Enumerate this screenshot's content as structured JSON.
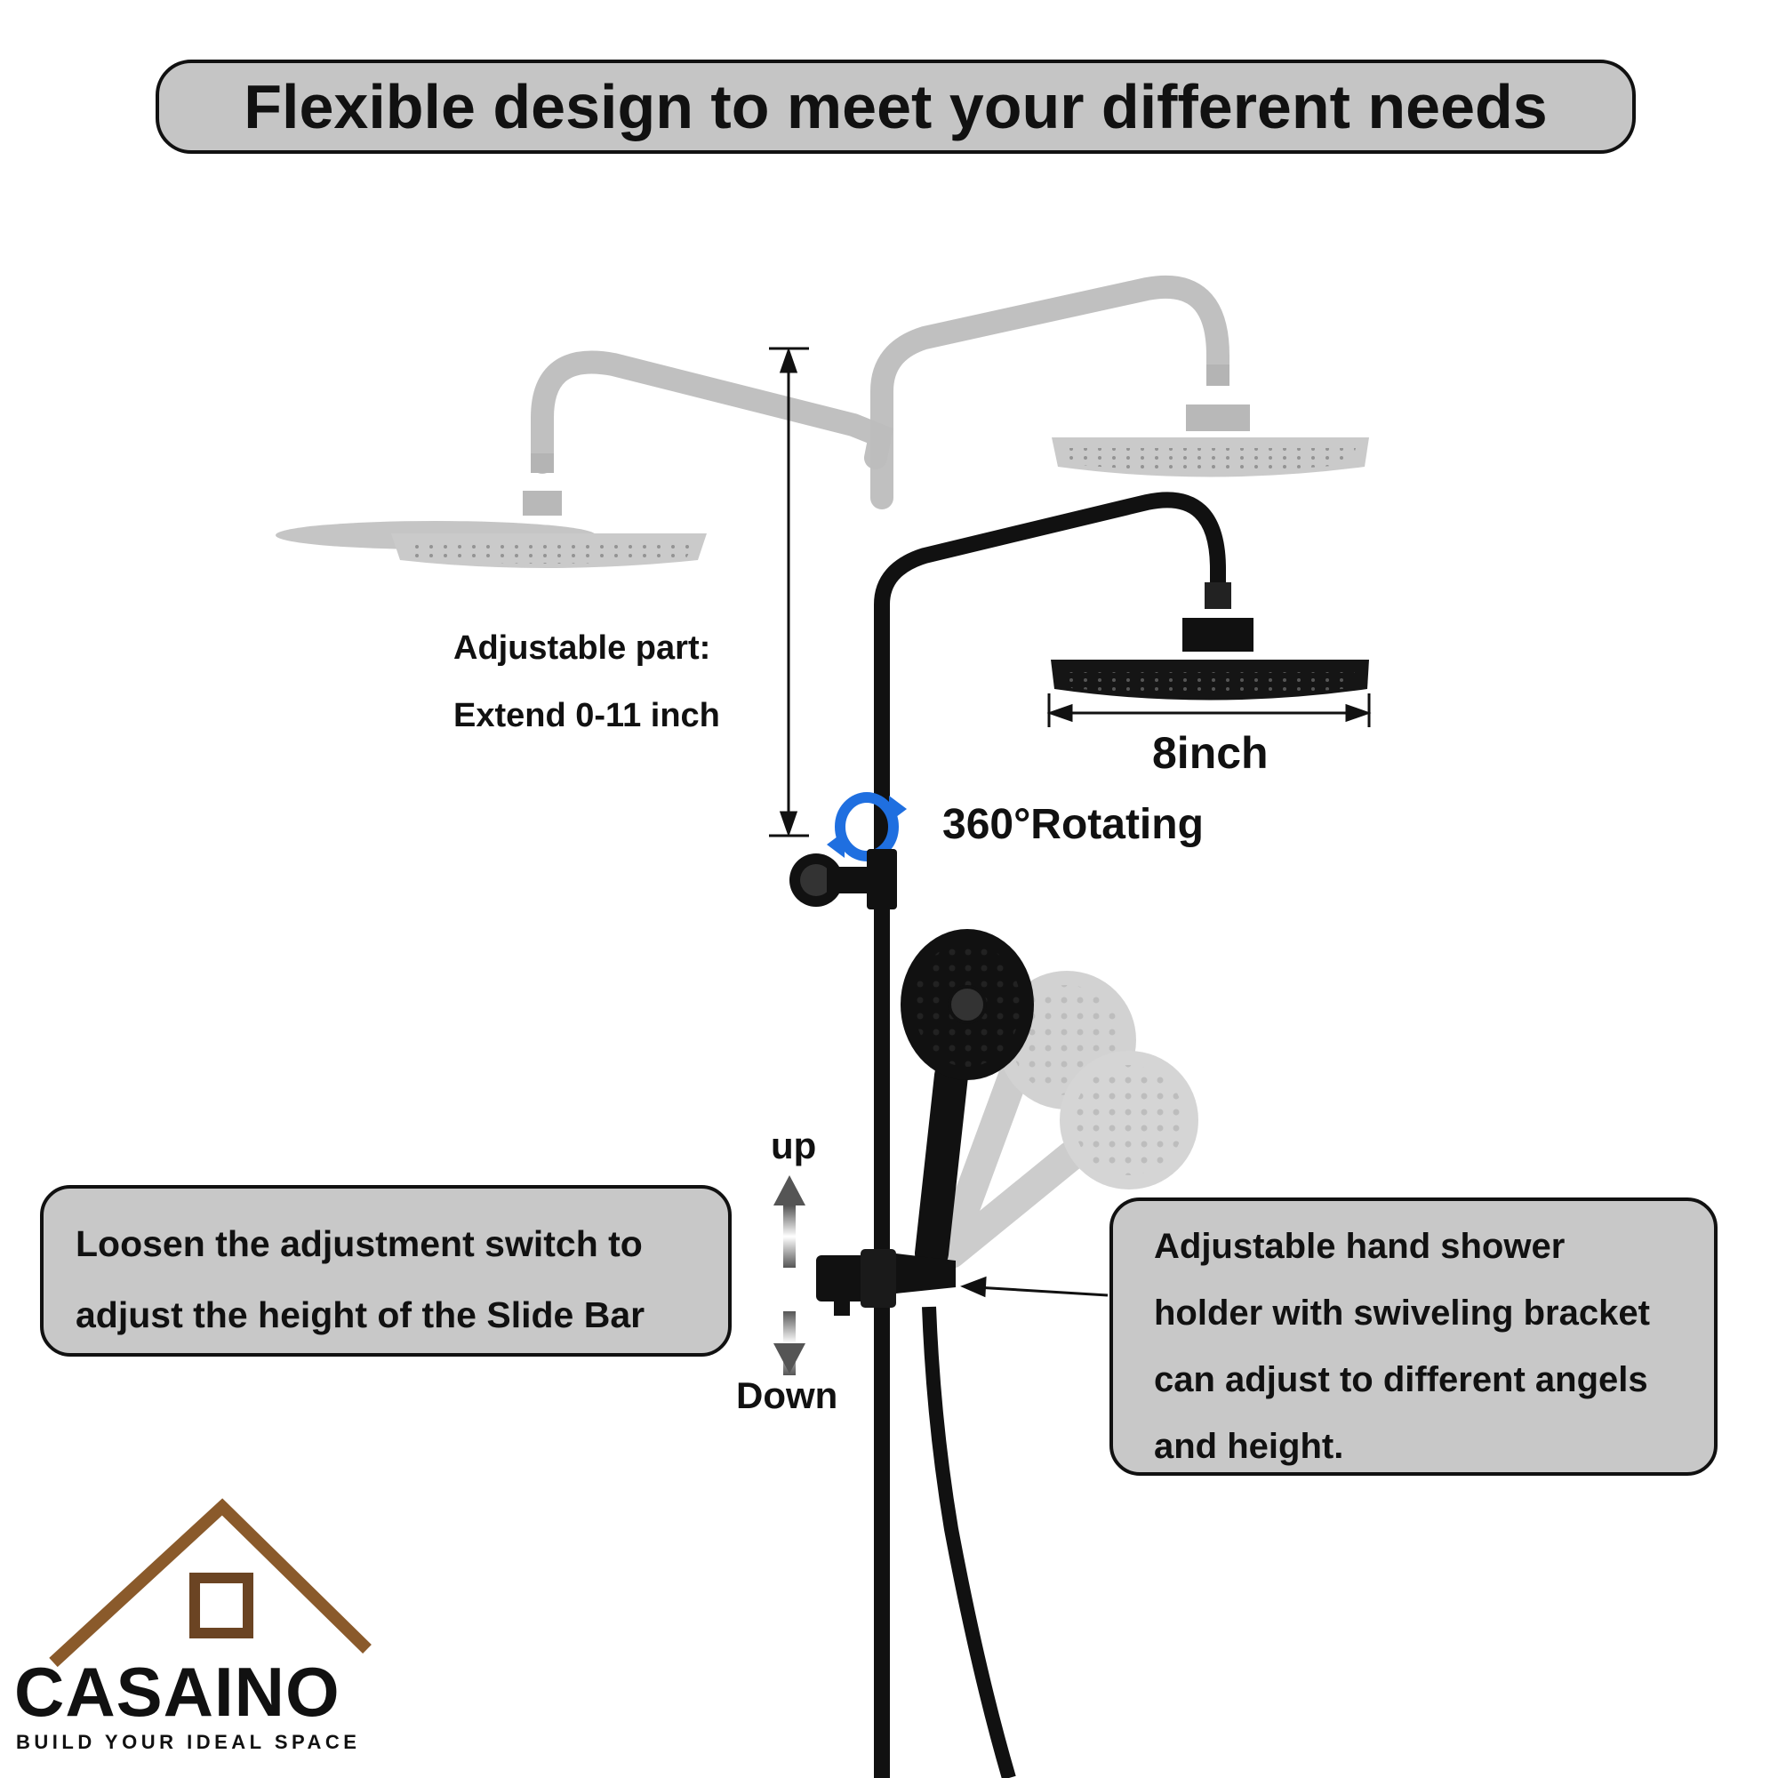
{
  "header": {
    "title": "Flexible design to meet your different needs"
  },
  "labels": {
    "adjustable_part": "Adjustable part:",
    "extend_range": "Extend 0-11 inch",
    "head_size": "8inch",
    "rotating": "360°Rotating",
    "up": "up",
    "down": "Down"
  },
  "callouts": {
    "left": {
      "line1": "Loosen the adjustment switch to",
      "line2": "adjust the height of the Slide Bar"
    },
    "right": {
      "line1": "Adjustable hand shower",
      "line2": "holder with swiveling bracket",
      "line3": "can adjust to different angels",
      "line4": "and height."
    }
  },
  "brand": {
    "name": "CASAINO",
    "tagline": "BUILD YOUR IDEAL SPACE"
  },
  "colors": {
    "metal_black": "#111111",
    "ghost_gray": "#b8b8b8",
    "callout_fill": "#c8c8c8",
    "rotate_blue": "#1f6fe0",
    "brand_brown": "#8a5a2b"
  },
  "icons": [
    "rotate-arrow-icon",
    "up-arrow-icon",
    "down-arrow-icon",
    "house-logo-icon"
  ]
}
